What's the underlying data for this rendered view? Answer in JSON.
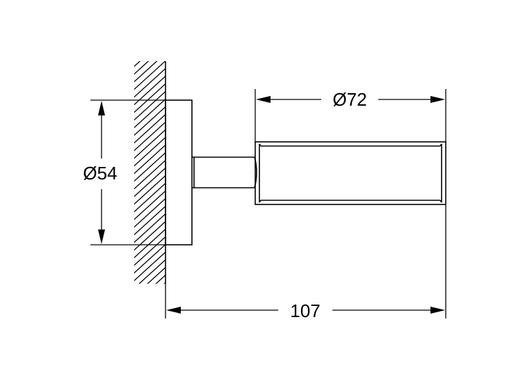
{
  "dimensions": {
    "base_diameter": "Ø54",
    "holder_diameter": "Ø72",
    "total_depth": "107"
  },
  "colors": {
    "line": "#000000",
    "background": "#ffffff"
  }
}
